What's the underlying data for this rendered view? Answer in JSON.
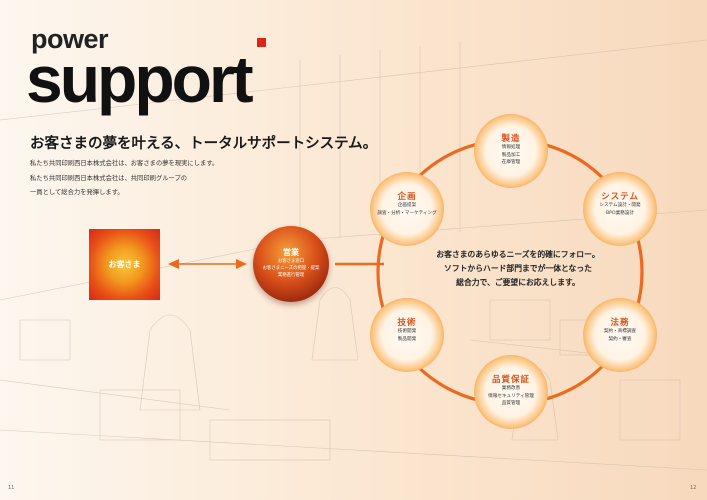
{
  "title": {
    "small": "power",
    "large": "support"
  },
  "headline": "お客さまの夢を叶える、トータルサポートシステム。",
  "intro": [
    "私たち共同印刷西日本株式会社は、お客さまの夢を現実にします。",
    "私たち共同印刷西日本株式会社は、共同印刷グループの",
    "一員として総合力を発揮します。"
  ],
  "customer": {
    "label": "お客さま"
  },
  "sales": {
    "title": "営業",
    "lines": [
      "お客さま窓口",
      "お客さまニーズの把握・提案",
      "業務進行管理"
    ]
  },
  "nodes": {
    "manufacturing": {
      "title": "製造",
      "lines": [
        "情報処理",
        "製品加工",
        "在庫管理"
      ]
    },
    "system": {
      "title": "システム",
      "lines": [
        "システム設計・開発",
        "BPO業務設計"
      ]
    },
    "planning": {
      "title": "企画",
      "lines": [
        "企画提案",
        "調査・分析・マーケティング"
      ]
    },
    "technology": {
      "title": "技術",
      "lines": [
        "技術開発",
        "製品開発"
      ]
    },
    "legal": {
      "title": "法務",
      "lines": [
        "契約・商標調査",
        "契約・審査"
      ]
    },
    "quality": {
      "title": "品質保証",
      "lines": [
        "業務改善",
        "情報セキュリティ管理",
        "品質管理"
      ]
    }
  },
  "center_text": [
    "お客さまのあらゆるニーズを的確にフォロー。",
    "ソフトからハード部門までが一体となった",
    "総合力で、ご要望にお応えします。"
  ],
  "page_numbers": {
    "left": "11",
    "right": "12"
  },
  "colors": {
    "accent": "#e8591e",
    "red": "#e0231a"
  }
}
